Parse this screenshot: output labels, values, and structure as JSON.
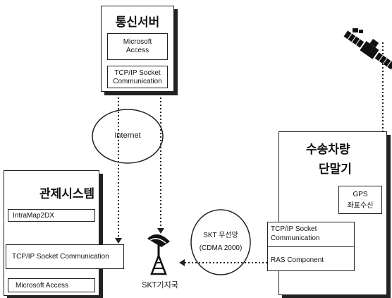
{
  "server": {
    "title": "통신서버",
    "db_line1": "Microsoft",
    "db_line2": "Access",
    "tcp_line1": "TCP/IP Socket",
    "tcp_line2": "Communication"
  },
  "internet": {
    "label": "Internet"
  },
  "vehicle": {
    "title_line1": "수송차량",
    "title_line2": "단말기",
    "gps_line1": "GPS",
    "gps_line2": "좌표수신",
    "tcp_line1": "TCP/IP Socket",
    "tcp_line2": "Communication",
    "ras": "RAS Component"
  },
  "control": {
    "title": "관제시스템",
    "intramap": "IntraMap2DX",
    "tcp": "TCP/IP Socket Communication",
    "access": "Microsoft Access"
  },
  "wireless": {
    "line1": "SKT 무선망",
    "line2": "(CDMA 2000)"
  },
  "base_station": {
    "label": "SKT기지국"
  }
}
